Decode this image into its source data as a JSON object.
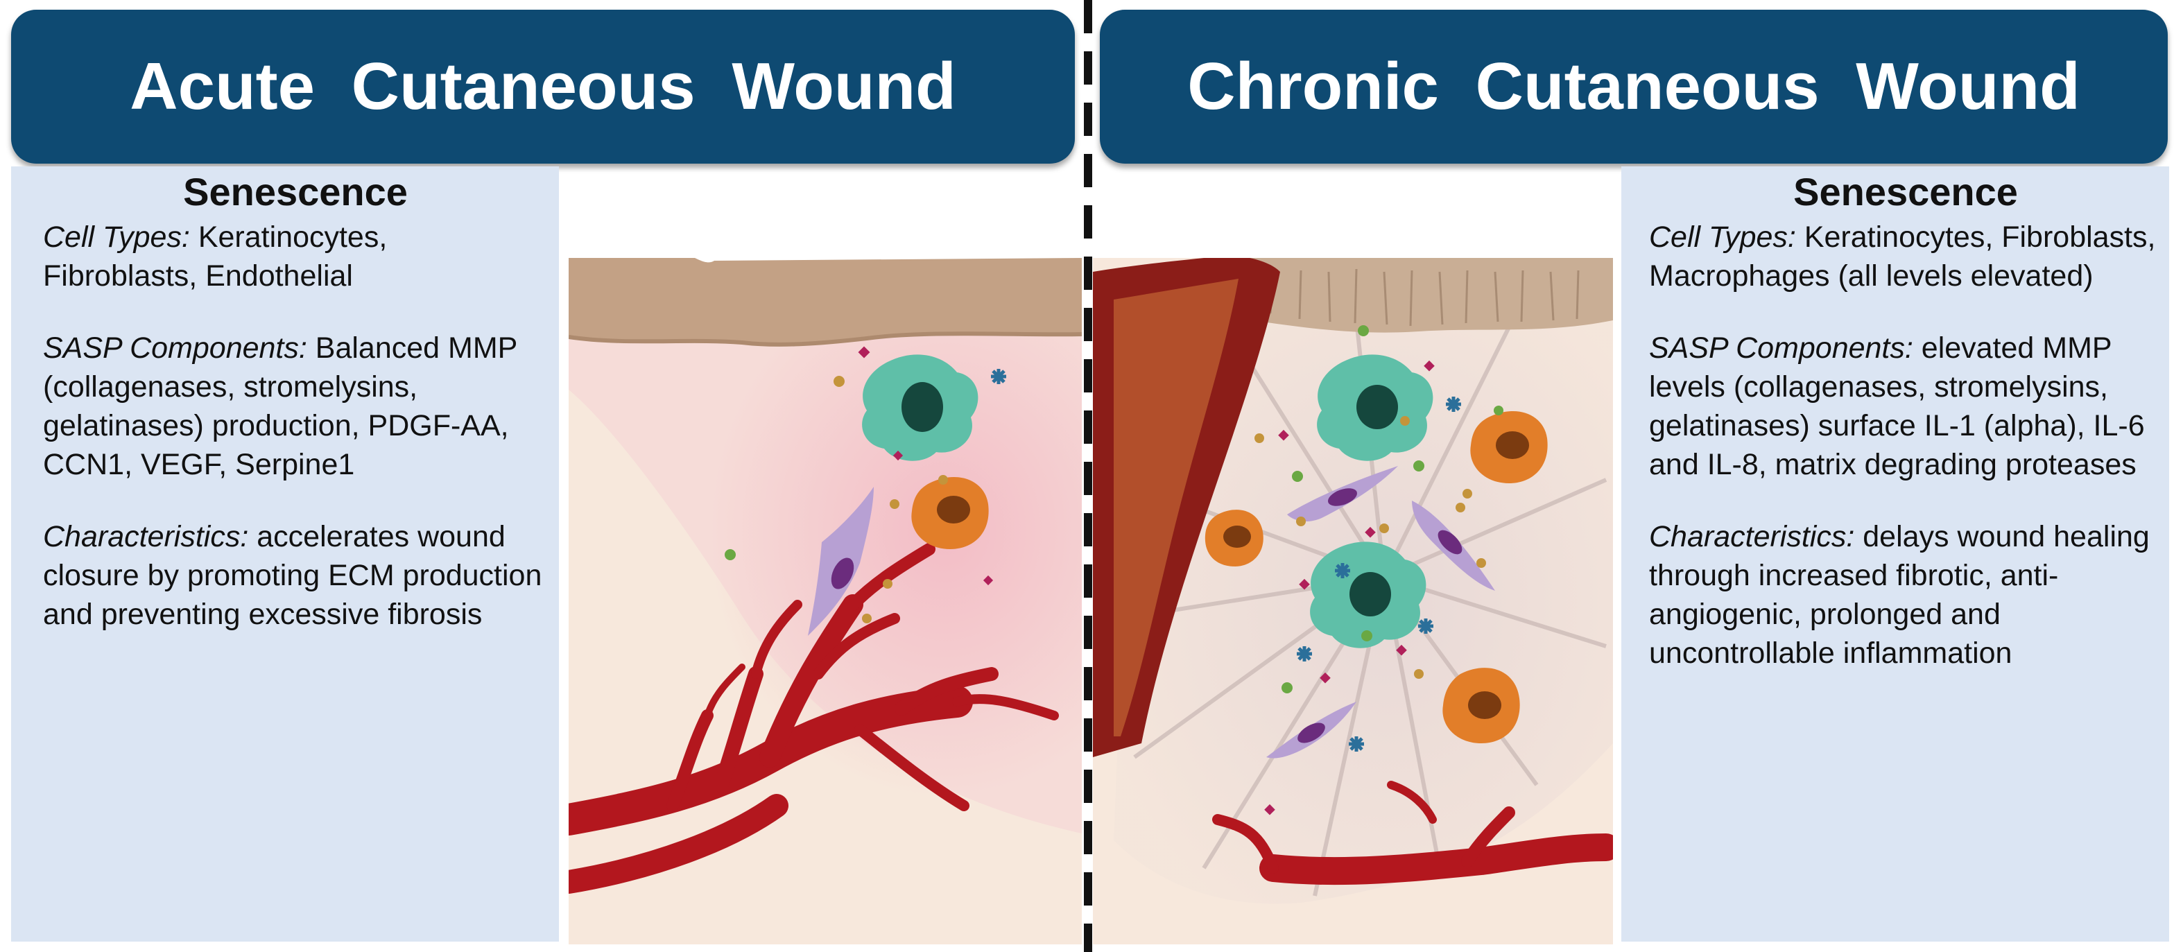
{
  "acute": {
    "title": "Acute  Cutaneous  Wound",
    "panel": {
      "heading": "Senescence",
      "cell_types": {
        "label": "Cell  Types:",
        "text": " Keratinocytes, Fibroblasts, Endothelial"
      },
      "sasp": {
        "label": "SASP Components:",
        "text": " Balanced MMP (collagenases, stromelysins, gelatinases) production, PDGF-AA, CCN1, VEGF, Serpine1"
      },
      "characteristics": {
        "label": "Characteristics:",
        "text": " accelerates wound closure by  promoting ECM production and preventing  excessive fibrosis"
      }
    }
  },
  "chronic": {
    "title": "Chronic  Cutaneous  Wound",
    "panel": {
      "heading": "Senescence",
      "cell_types": {
        "label": "Cell  Types:",
        "text": " Keratinocytes, Fibroblasts, Macrophages (all levels elevated)"
      },
      "sasp": {
        "label": "SASP Components:",
        "text": " elevated MMP levels  (collagenases, stromelysins, gelatinases) surface IL-1 (alpha), IL-6 and IL-8, matrix degrading proteases"
      },
      "characteristics": {
        "label": "Characteristics:",
        "text": " delays wound healing through   increased fibrotic, anti-angiogenic, prolonged  and uncontrollable inflammation"
      }
    }
  },
  "colors": {
    "banner": "#0e4a72",
    "panel": "#dbe5f3",
    "epidermis": "#c3a185",
    "blood_vessel": "#b3171e",
    "dermis": "#f7e8dc",
    "macrophage": "#e27e29",
    "keratinocyte": "#5fbfa8",
    "fibroblast": "#b7a0d3"
  }
}
